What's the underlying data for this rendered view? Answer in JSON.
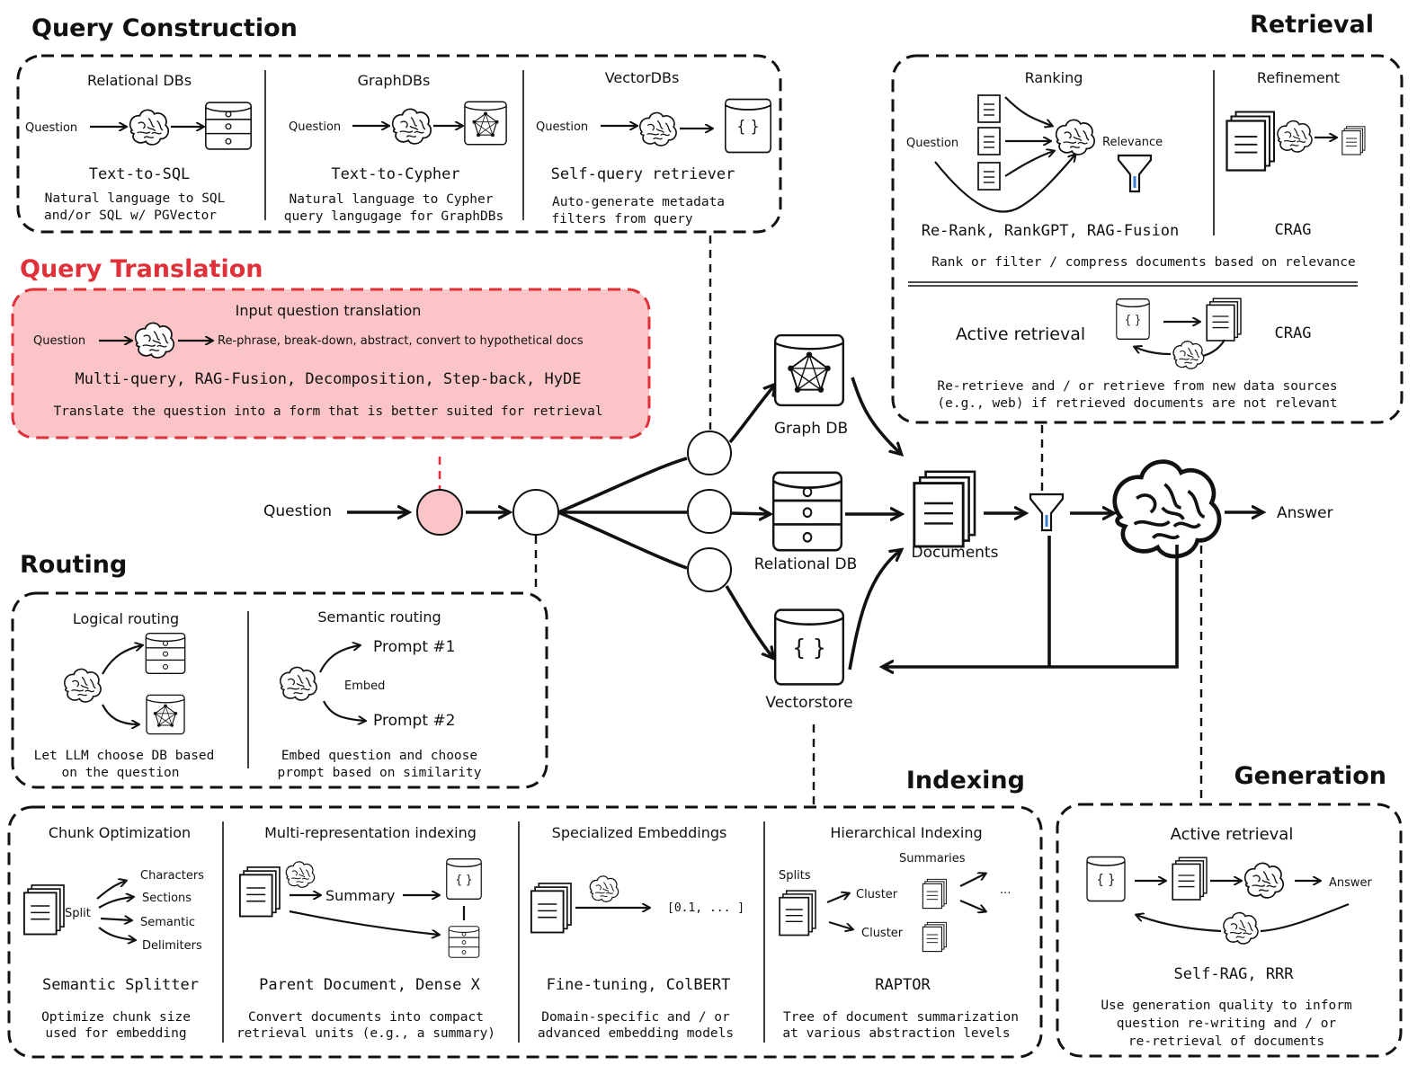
{
  "sections": {
    "query_construction": {
      "title": "Query Construction",
      "relational": {
        "header": "Relational DBs",
        "input": "Question",
        "method": "Text-to-SQL",
        "desc1": "Natural language to SQL",
        "desc2": "and/or SQL w/ PGVector"
      },
      "graph": {
        "header": "GraphDBs",
        "input": "Question",
        "method": "Text-to-Cypher",
        "desc1": "Natural language to Cypher",
        "desc2": "query langugage for GraphDBs"
      },
      "vector": {
        "header": "VectorDBs",
        "input": "Question",
        "method": "Self-query retriever",
        "desc1": "Auto-generate metadata",
        "desc2": "filters from query"
      }
    },
    "query_translation": {
      "title": "Query Translation",
      "header": "Input question translation",
      "input": "Question",
      "output": "Re-phrase, break-down, abstract, convert to hypothetical docs",
      "methods": "Multi-query, RAG-Fusion, Decomposition, Step-back, HyDE",
      "desc": "Translate the question into a form that is better suited for retrieval"
    },
    "retrieval": {
      "title": "Retrieval",
      "ranking": {
        "header": "Ranking",
        "input": "Question",
        "relevance": "Relevance",
        "methods": "Re-Rank, RankGPT, RAG-Fusion"
      },
      "refinement": {
        "header": "Refinement",
        "method": "CRAG"
      },
      "rank_desc": "Rank or filter / compress documents based on relevance",
      "active": {
        "label": "Active retrieval",
        "method": "CRAG",
        "desc1": "Re-retrieve and / or retrieve from new data sources",
        "desc2": "(e.g., web) if retrieved documents are not relevant"
      }
    },
    "routing": {
      "title": "Routing",
      "logical": {
        "header": "Logical routing",
        "desc1": "Let LLM choose DB based",
        "desc2": "on the question"
      },
      "semantic": {
        "header": "Semantic routing",
        "prompt1": "Prompt #1",
        "prompt2": "Prompt #2",
        "embed": "Embed",
        "desc1": "Embed question and choose",
        "desc2": "prompt based on similarity"
      }
    },
    "indexing": {
      "title": "Indexing",
      "chunk": {
        "header": "Chunk Optimization",
        "split": "Split",
        "opts": [
          "Characters",
          "Sections",
          "Semantic",
          "Delimiters"
        ],
        "method": "Semantic Splitter",
        "desc1": "Optimize chunk size",
        "desc2": "used for embedding"
      },
      "multirep": {
        "header": "Multi-representation indexing",
        "summary": "Summary",
        "method": "Parent Document, Dense X",
        "desc1": "Convert documents into compact",
        "desc2": "retrieval units (e.g., a summary)"
      },
      "embeddings": {
        "header": "Specialized Embeddings",
        "vector": "[0.1, ... ]",
        "method": "Fine-tuning, ColBERT",
        "desc1": "Domain-specific and / or",
        "desc2": "advanced embedding models"
      },
      "hierarchical": {
        "header": "Hierarchical Indexing",
        "splits": "Splits",
        "summaries": "Summaries",
        "cluster1": "Cluster",
        "cluster2": "Cluster",
        "ellipsis": "...",
        "method": "RAPTOR",
        "desc1": "Tree of document summarization",
        "desc2": "at various abstraction levels"
      }
    },
    "generation": {
      "title": "Generation",
      "header": "Active retrieval",
      "answer": "Answer",
      "method": "Self-RAG, RRR",
      "desc1": "Use generation quality to inform",
      "desc2": "question re-writing and / or",
      "desc3": "re-retrieval of documents"
    }
  },
  "flow": {
    "question": "Question",
    "graph_db": "Graph DB",
    "relational_db": "Relational DB",
    "vectorstore": "Vectorstore",
    "documents": "Documents",
    "answer": "Answer"
  },
  "icons": [
    "brain-icon",
    "database-icon",
    "graph-db-icon",
    "vectorstore-icon",
    "document-stack-icon",
    "filter-icon"
  ],
  "colors": {
    "ink": "#111111",
    "translation_fill": "#fbc4c6",
    "translation_accent": "#e0303a",
    "filter_accent": "#3a7bd5"
  }
}
